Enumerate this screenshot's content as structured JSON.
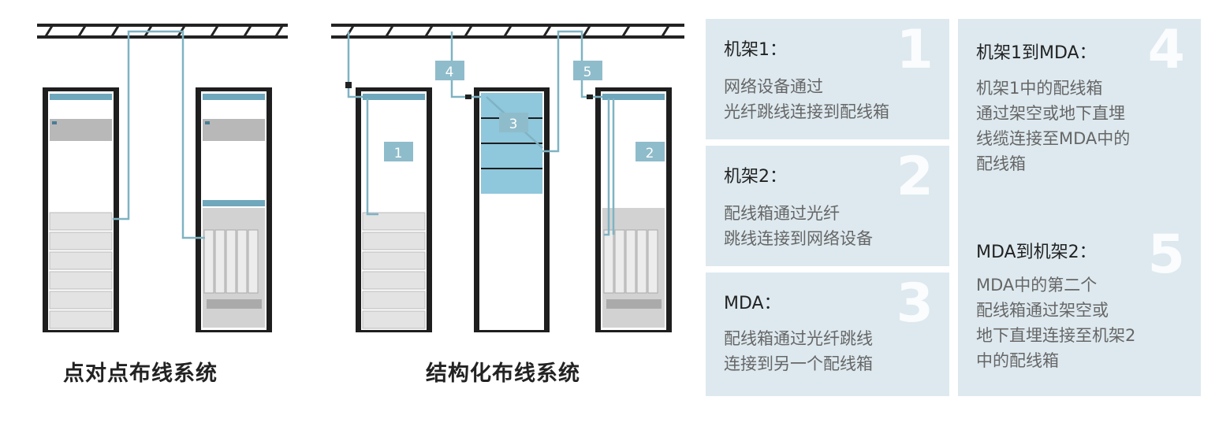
{
  "diagram": {
    "left_caption": "点对点布线系统",
    "right_caption": "结构化布线系统",
    "markers": [
      "1",
      "2",
      "3",
      "4",
      "5"
    ]
  },
  "panels": [
    {
      "num": "1",
      "title": "机架1：",
      "body": "网络设备通过\n光纤跳线连接到配线箱"
    },
    {
      "num": "2",
      "title": "机架2：",
      "body": "配线箱通过光纤\n跳线连接到网络设备"
    },
    {
      "num": "3",
      "title": "MDA：",
      "body": "配线箱通过光纤跳线\n连接到另一个配线箱"
    },
    {
      "num": "4",
      "title": "机架1到MDA：",
      "body": "机架1中的配线箱\n通过架空或地下直埋\n线缆连接至MDA中的\n配线箱"
    },
    {
      "num": "5",
      "title": "MDA到机架2：",
      "body": "MDA中的第二个\n配线箱通过架空或\n地下直埋连接至机架2\n中的配线箱"
    }
  ],
  "colors": {
    "panel_bg": "#dde9ef",
    "cable": "#7fb3c3",
    "marker_bg": "#8fbccb",
    "rack_frame": "#1e1e1e",
    "patch_blue": "#8fc7dc"
  }
}
